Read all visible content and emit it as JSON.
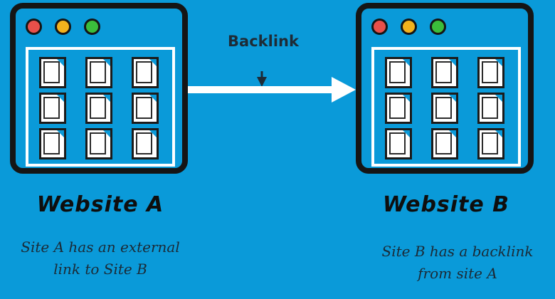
{
  "diagram": {
    "arrow_label": "Backlink",
    "sites": [
      {
        "title": "Website A",
        "description_lines": [
          "Site A has an external",
          "link to Site B"
        ]
      },
      {
        "title": "Website B",
        "description_lines": [
          "Site B has a backlink",
          "from site A"
        ]
      }
    ],
    "colors": {
      "background": "#0a9ad9",
      "window_border": "#151515",
      "dot_red": "#e8504a",
      "dot_yellow": "#f3b21d",
      "dot_green": "#3bbd3b",
      "arrow": "#ffffff"
    }
  }
}
